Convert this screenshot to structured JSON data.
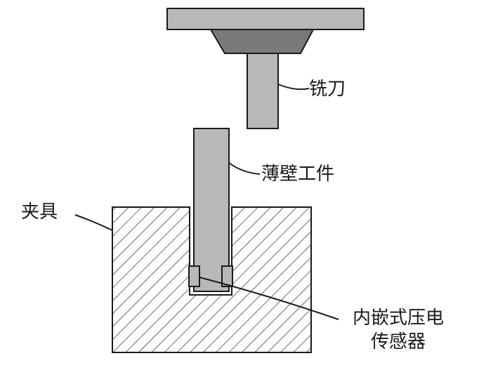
{
  "diagram": {
    "labels": {
      "cutter": "铣刀",
      "workpiece": "薄壁工件",
      "fixture": "夹具",
      "sensor_line1": "内嵌式压电",
      "sensor_line2": "传感器"
    },
    "colors": {
      "outline": "#1a1a1a",
      "part_gray": "#b8b8b8",
      "spindle_dark": "#7a7a7a",
      "hatch": "#1a1a1a",
      "background": "#ffffff"
    }
  }
}
